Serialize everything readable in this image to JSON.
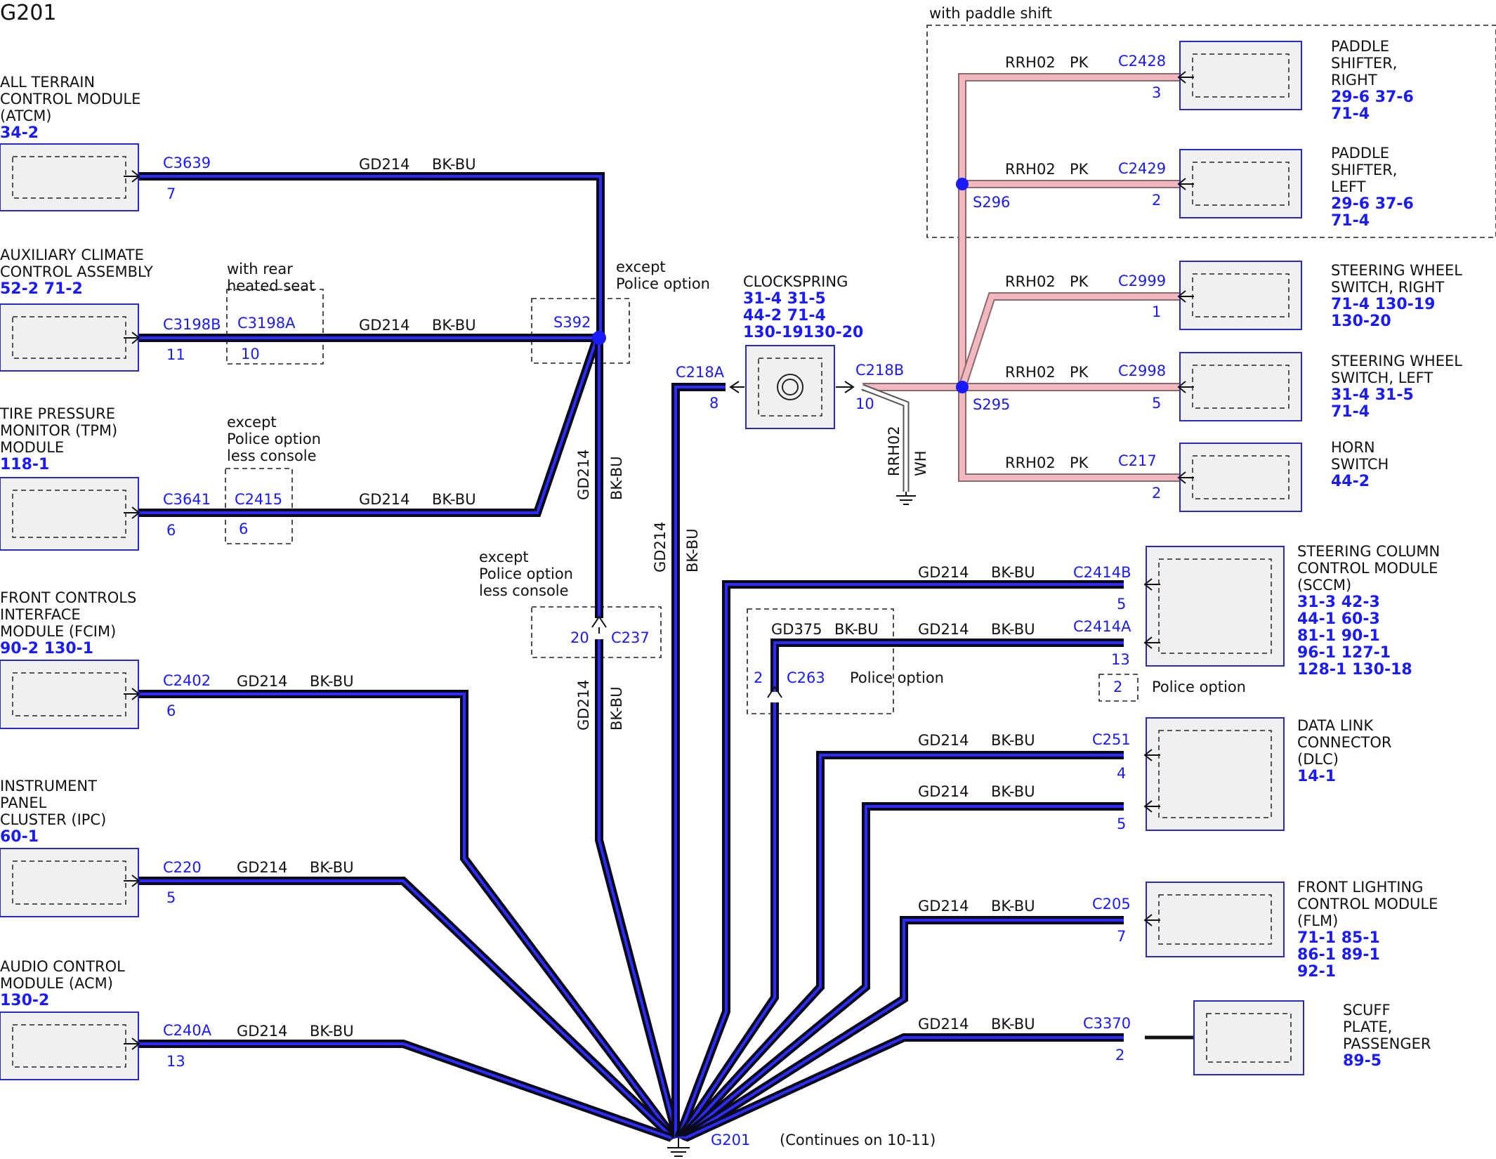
{
  "page": {
    "title": "G201",
    "continues": "(Continues on 10-11)",
    "ground_label": "G201"
  },
  "modules": {
    "atcm": {
      "lines": [
        "ALL TERRAIN",
        "CONTROL MODULE",
        "(ATCM)"
      ],
      "refs": [
        "34-2"
      ],
      "connector": "C3639",
      "pin": "7"
    },
    "aux": {
      "lines": [
        "AUXILIARY CLIMATE",
        "CONTROL ASSEMBLY"
      ],
      "refs": [
        "52-2  71-2"
      ],
      "connector": "C3198B",
      "pin": "11",
      "inline_connector": "C3198A",
      "inline_pin": "10",
      "note": [
        "with rear",
        "heated seat"
      ]
    },
    "tpm": {
      "lines": [
        "TIRE PRESSURE",
        "MONITOR (TPM)",
        "MODULE"
      ],
      "refs": [
        "118-1"
      ],
      "connector": "C3641",
      "pin": "6",
      "inline_connector": "C2415",
      "inline_pin": "6",
      "note": [
        "except",
        "Police option",
        "less console"
      ]
    },
    "fcim": {
      "lines": [
        "FRONT CONTROLS",
        "INTERFACE",
        "MODULE (FCIM)"
      ],
      "refs": [
        "90-2  130-1"
      ],
      "connector": "C2402",
      "pin": "6"
    },
    "ipc": {
      "lines": [
        "INSTRUMENT",
        "PANEL",
        "CLUSTER (IPC)"
      ],
      "refs": [
        "60-1"
      ],
      "connector": "C220",
      "pin": "5"
    },
    "acm": {
      "lines": [
        "AUDIO CONTROL",
        "MODULE (ACM)"
      ],
      "refs": [
        "130-2"
      ],
      "connector": "C240A",
      "pin": "13"
    },
    "clockspring": {
      "lines": [
        "CLOCKSPRING"
      ],
      "refs": [
        "31-4  31-5",
        "44-2  71-4",
        "130-19130-20"
      ],
      "left_connector": "C218A",
      "left_pin": "8",
      "right_connector": "C218B",
      "right_pin": "10",
      "ground_wire": "RRH02",
      "ground_color": "WH"
    },
    "paddle_right": {
      "lines": [
        "PADDLE",
        "SHIFTER,",
        "RIGHT"
      ],
      "refs": [
        "29-6  37-6",
        "71-4"
      ],
      "connector": "C2428",
      "pin": "3"
    },
    "paddle_left": {
      "lines": [
        "PADDLE",
        "SHIFTER,",
        "LEFT"
      ],
      "refs": [
        "29-6  37-6",
        "71-4"
      ],
      "connector": "C2429",
      "pin": "2"
    },
    "sw_right": {
      "lines": [
        "STEERING WHEEL",
        "SWITCH, RIGHT"
      ],
      "refs": [
        "71-4  130-19",
        "130-20"
      ],
      "connector": "C2999",
      "pin": "1"
    },
    "sw_left": {
      "lines": [
        "STEERING WHEEL",
        "SWITCH, LEFT"
      ],
      "refs": [
        "31-4  31-5",
        "71-4"
      ],
      "connector": "C2998",
      "pin": "5"
    },
    "horn": {
      "lines": [
        "HORN",
        "SWITCH"
      ],
      "refs": [
        "44-2"
      ],
      "connector": "C217",
      "pin": "2"
    },
    "sccm": {
      "lines": [
        "STEERING COLUMN",
        "CONTROL MODULE",
        "(SCCM)"
      ],
      "refs": [
        "31-3  42-3",
        "44-1  60-3",
        "81-1  90-1",
        "96-1  127-1",
        "128-1  130-18"
      ],
      "connector_b": "C2414B",
      "pin_b": "5",
      "connector_a": "C2414A",
      "pin_a": "13",
      "police_pin": "2",
      "police_note": "Police option"
    },
    "dlc": {
      "lines": [
        "DATA LINK",
        "CONNECTOR",
        "(DLC)"
      ],
      "refs": [
        "14-1"
      ],
      "connector": "C251",
      "pin_a": "4",
      "pin_b": "5"
    },
    "flm": {
      "lines": [
        "FRONT LIGHTING",
        "CONTROL MODULE",
        "(FLM)"
      ],
      "refs": [
        "71-1  85-1",
        "86-1  89-1",
        "92-1"
      ],
      "connector": "C205",
      "pin": "7"
    },
    "scuff": {
      "lines": [
        "SCUFF",
        "PLATE,",
        "PASSENGER"
      ],
      "refs": [
        "89-5"
      ],
      "connector": "C3370",
      "pin": "2"
    }
  },
  "splices": {
    "s392": {
      "label": "S392",
      "note": [
        "except",
        "Police option"
      ]
    },
    "s296": {
      "label": "S296"
    },
    "s295": {
      "label": "S295"
    }
  },
  "inline": {
    "c237": {
      "label": "C237",
      "pin": "20",
      "note": [
        "except",
        "Police option",
        "less console"
      ]
    },
    "c263": {
      "label": "C263",
      "pin": "2",
      "note": "Police option",
      "wire": "GD375",
      "color": "BK-BU"
    }
  },
  "wire": {
    "ground_circuit": "GD214",
    "ground_color": "BK-BU",
    "switch_circuit": "RRH02",
    "switch_color": "PK"
  },
  "notes": {
    "paddle_region": "with paddle shift"
  },
  "colors": {
    "wire_core": "#2c2cff",
    "wire_edge": "#0a0a1a",
    "pink_wire": "#f2b8c0",
    "ref_blue": "#1a1aff"
  }
}
